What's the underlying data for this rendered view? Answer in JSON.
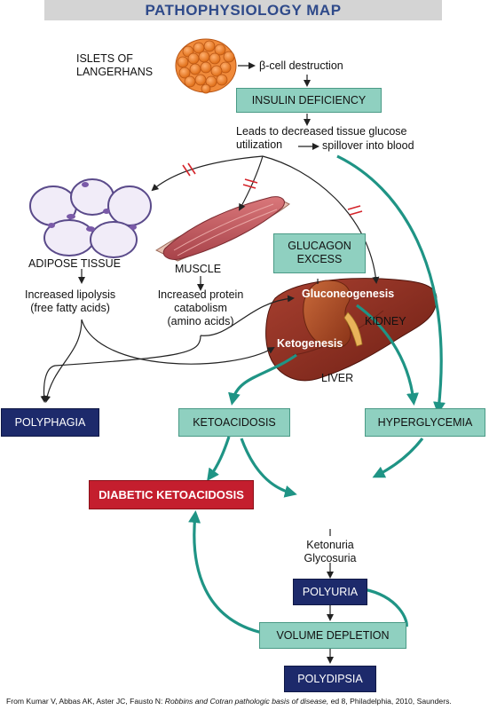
{
  "title": "PATHOPHYSIOLOGY MAP",
  "islets_label": [
    "ISLETS OF",
    "LANGERHANS"
  ],
  "beta_cell": "β-cell destruction",
  "insulin_deficiency": "INSULIN DEFICIENCY",
  "glucose_leads": [
    "Leads to decreased tissue glucose",
    "utilization"
  ],
  "spillover": "spillover into blood",
  "adipose_label": "ADIPOSE TISSUE",
  "muscle_label": "MUSCLE",
  "glucagon": [
    "GLUCAGON",
    "EXCESS"
  ],
  "lipolysis": [
    "Increased lipolysis",
    "(free fatty acids)"
  ],
  "protein": [
    "Increased protein",
    "catabolism",
    "(amino acids)"
  ],
  "gluconeogenesis": "Gluconeogenesis",
  "ketogenesis": "Ketogenesis",
  "liver_label": "LIVER",
  "polyphagia": "POLYPHAGIA",
  "ketoacidosis": "KETOACIDOSIS",
  "hyperglycemia": "HYPERGLYCEMIA",
  "dka": "DIABETIC KETOACIDOSIS",
  "kidney_label": "KIDNEY",
  "ketonuria": "Ketonuria",
  "glycosuria": "Glycosuria",
  "polyuria": "POLYURIA",
  "volume_depletion": "VOLUME DEPLETION",
  "polydipsia": "POLYDIPSIA",
  "credit": {
    "pre": "From Kumar V, Abbas AK, Aster JC, Fausto N: ",
    "book": "Robbins and Cotran pathologic basis of disease,",
    "post": " ed 8, Philadelphia, 2010, Saunders."
  },
  "colors": {
    "teal_box": "#8fd0c0",
    "navy_box": "#1d2a6b",
    "red_box": "#c41e2e",
    "teal_arrow": "#1f9485",
    "liver": "#8b2a1c",
    "title_text": "#2f4a8a"
  }
}
